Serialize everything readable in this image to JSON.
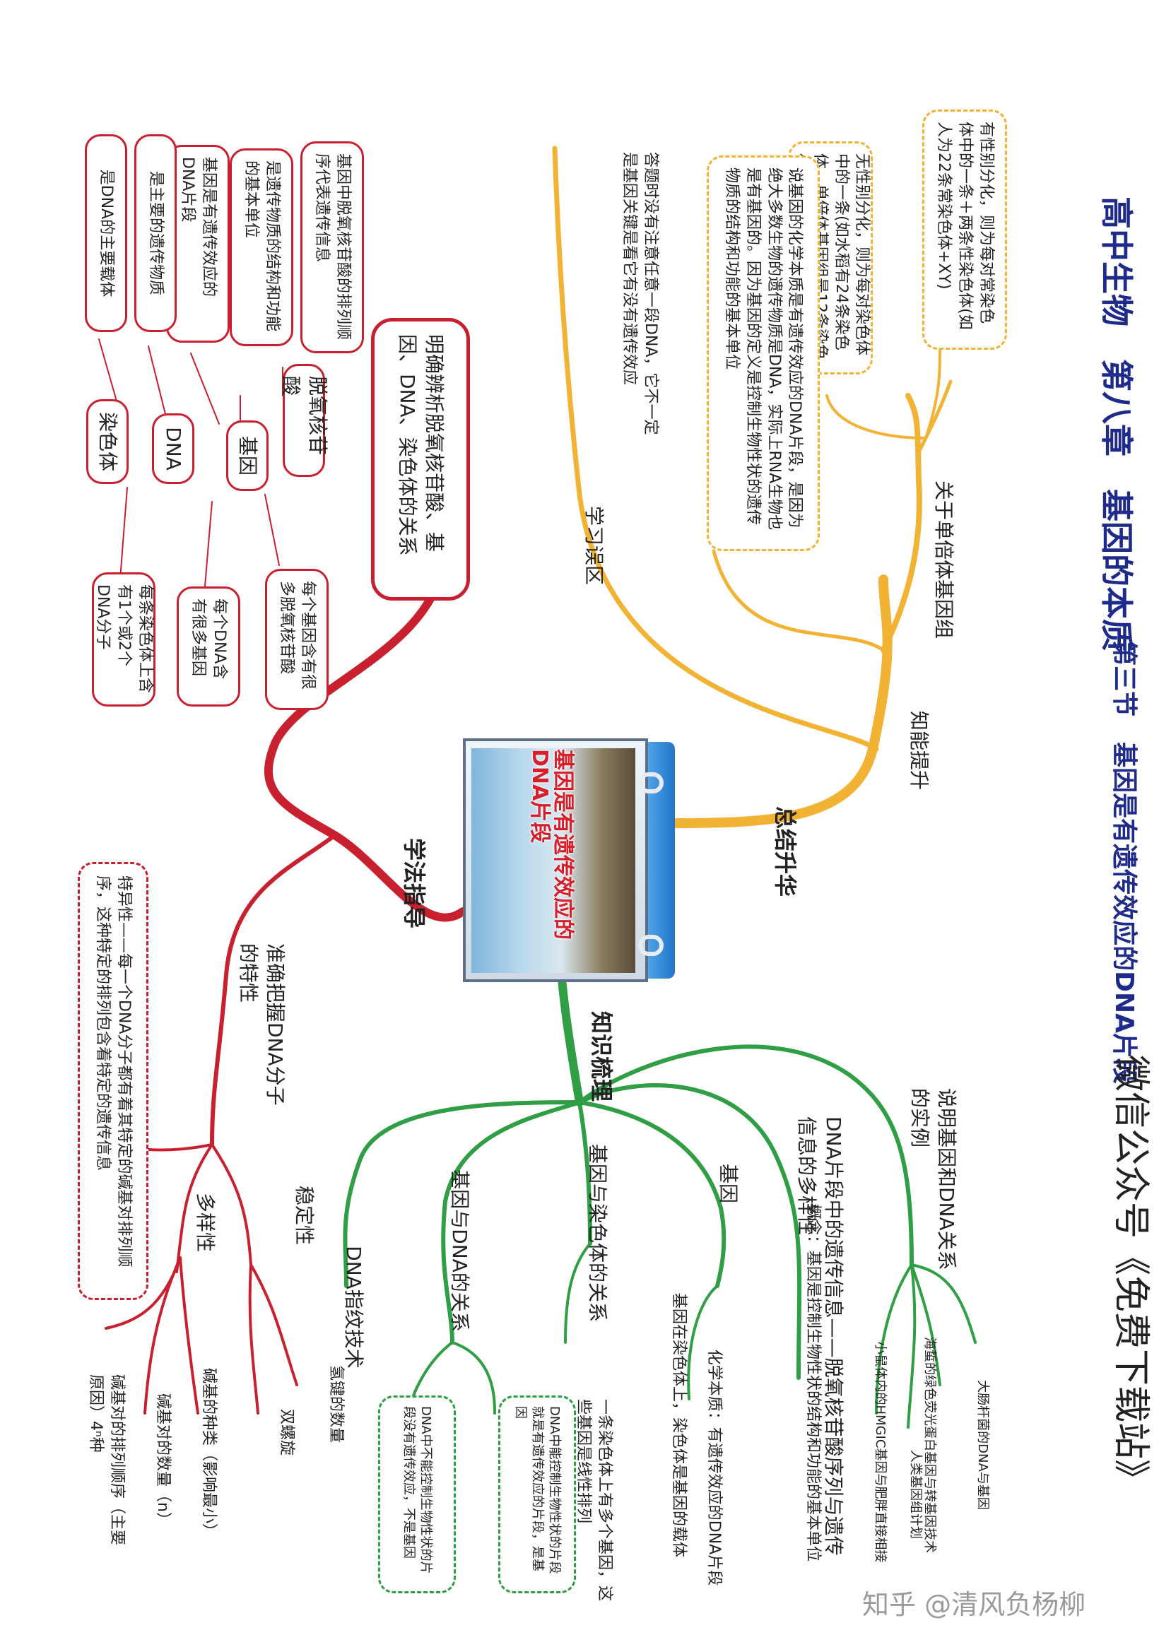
{
  "title": {
    "main": "高中生物　第八章　基因的本质",
    "section": "第三节　基因是有遗传效应的DNA片段"
  },
  "wechat": "微信公众号《免费下载站》",
  "watermark": "知乎 @清风负杨柳",
  "center": {
    "title": "基因是有遗传效应的DNA片段"
  },
  "branches": {
    "summary": "总结升华",
    "knowledge": "知识梳理",
    "method": "学法指导"
  },
  "summary": {
    "ability": "知能提升",
    "haploid": "关于单倍体基因组",
    "mistakes": "学习误区",
    "box_sexual": "有性别分化，则为每对常染色体中的一条＋两条性染色体(如人为22条常染色体+XY)",
    "box_asexual": "无性别分化，则为每对染色体中的一条(如水稻有24条染色体，单倍体基因组是12条染色体)",
    "box_gene_nature": "说基因的化学本质是有遗传效应的DNA片段，是因为绝大多数生物的遗传物质是DNA，实际上RNA生物也是有基因的。因为基因的定义是控制生物性状的遗传物质的结构和功能的基本单位",
    "mistake_text": "答题时没有注意任意一段DNA，它不一定是基因关键是看它有没有遗传效应"
  },
  "method": {
    "clarify": "明确辨析脱氧核苷酸、基因、DNA、染色体的关系",
    "nodes": {
      "deoxy": "脱氧核苷酸",
      "gene": "基因",
      "dna": "DNA",
      "chromosome": "染色体"
    },
    "left_boxes": {
      "b1": "基因中脱氧核苷酸的排列顺序代表遗传信息",
      "b2": "是遗传物质的结构和功能的基本单位",
      "b3": "基因是有遗传效应的DNA片段",
      "b4": "是主要的遗传物质",
      "b5": "是DNA的主要载体"
    },
    "right_boxes": {
      "r1": "每个基因含有很多脱氧核苷酸",
      "r2": "每个DNA含有很多基因",
      "r3": "每条染色体上含有1个或2个DNA分子"
    },
    "grasp": "准确把握DNA分子的特性",
    "specificity": "特异性——每一个DNA分子都有着其特定的碱基对排列顺序，这种特定的排列包含着特定的遗传信息",
    "stability": "稳定性",
    "diversity": "多样性",
    "double_helix": "双螺旋",
    "hydrogen": "氢键的数量",
    "base_kinds": "碱基的种类（影响最小）",
    "base_count": "碱基对的数量（n）",
    "base_order": "碱基对的排列顺序（主要原因）4ⁿ种"
  },
  "knowledge": {
    "examples": "说明基因和DNA关系的实例",
    "gene": "基因",
    "gene_chrom": "基因与染色体的关系",
    "gene_dna": "基因与DNA的关系",
    "fingerprint": "DNA指纹技术",
    "ex1": "大肠杆菌的DNA与基因",
    "ex2": "海蜇的绿色荧光蛋白基因与转基因技术",
    "ex3": "人类基因组计划",
    "ex4": "小鼠体内的HMGIC基因与肥胖直接相接",
    "info": "DNA片段中的遗传信息——脱氧核苷酸序列与遗传信息的多样性",
    "concept": "概念：基因是控制生物性状的结构和功能的基本单位",
    "chem": "化学本质：有遗传效应的DNA片段",
    "carrier": "基因在染色体上，染色体是基因的载体",
    "many_genes": "一条染色体上有多个基因，这些基因是线性排列",
    "box_dna_yes": "DNA中能控制生物性状的片段就是有遗传效应的片段，是基因",
    "box_dna_no": "DNA中不能控制生物性状的片段没有遗传效应，不是基因"
  }
}
